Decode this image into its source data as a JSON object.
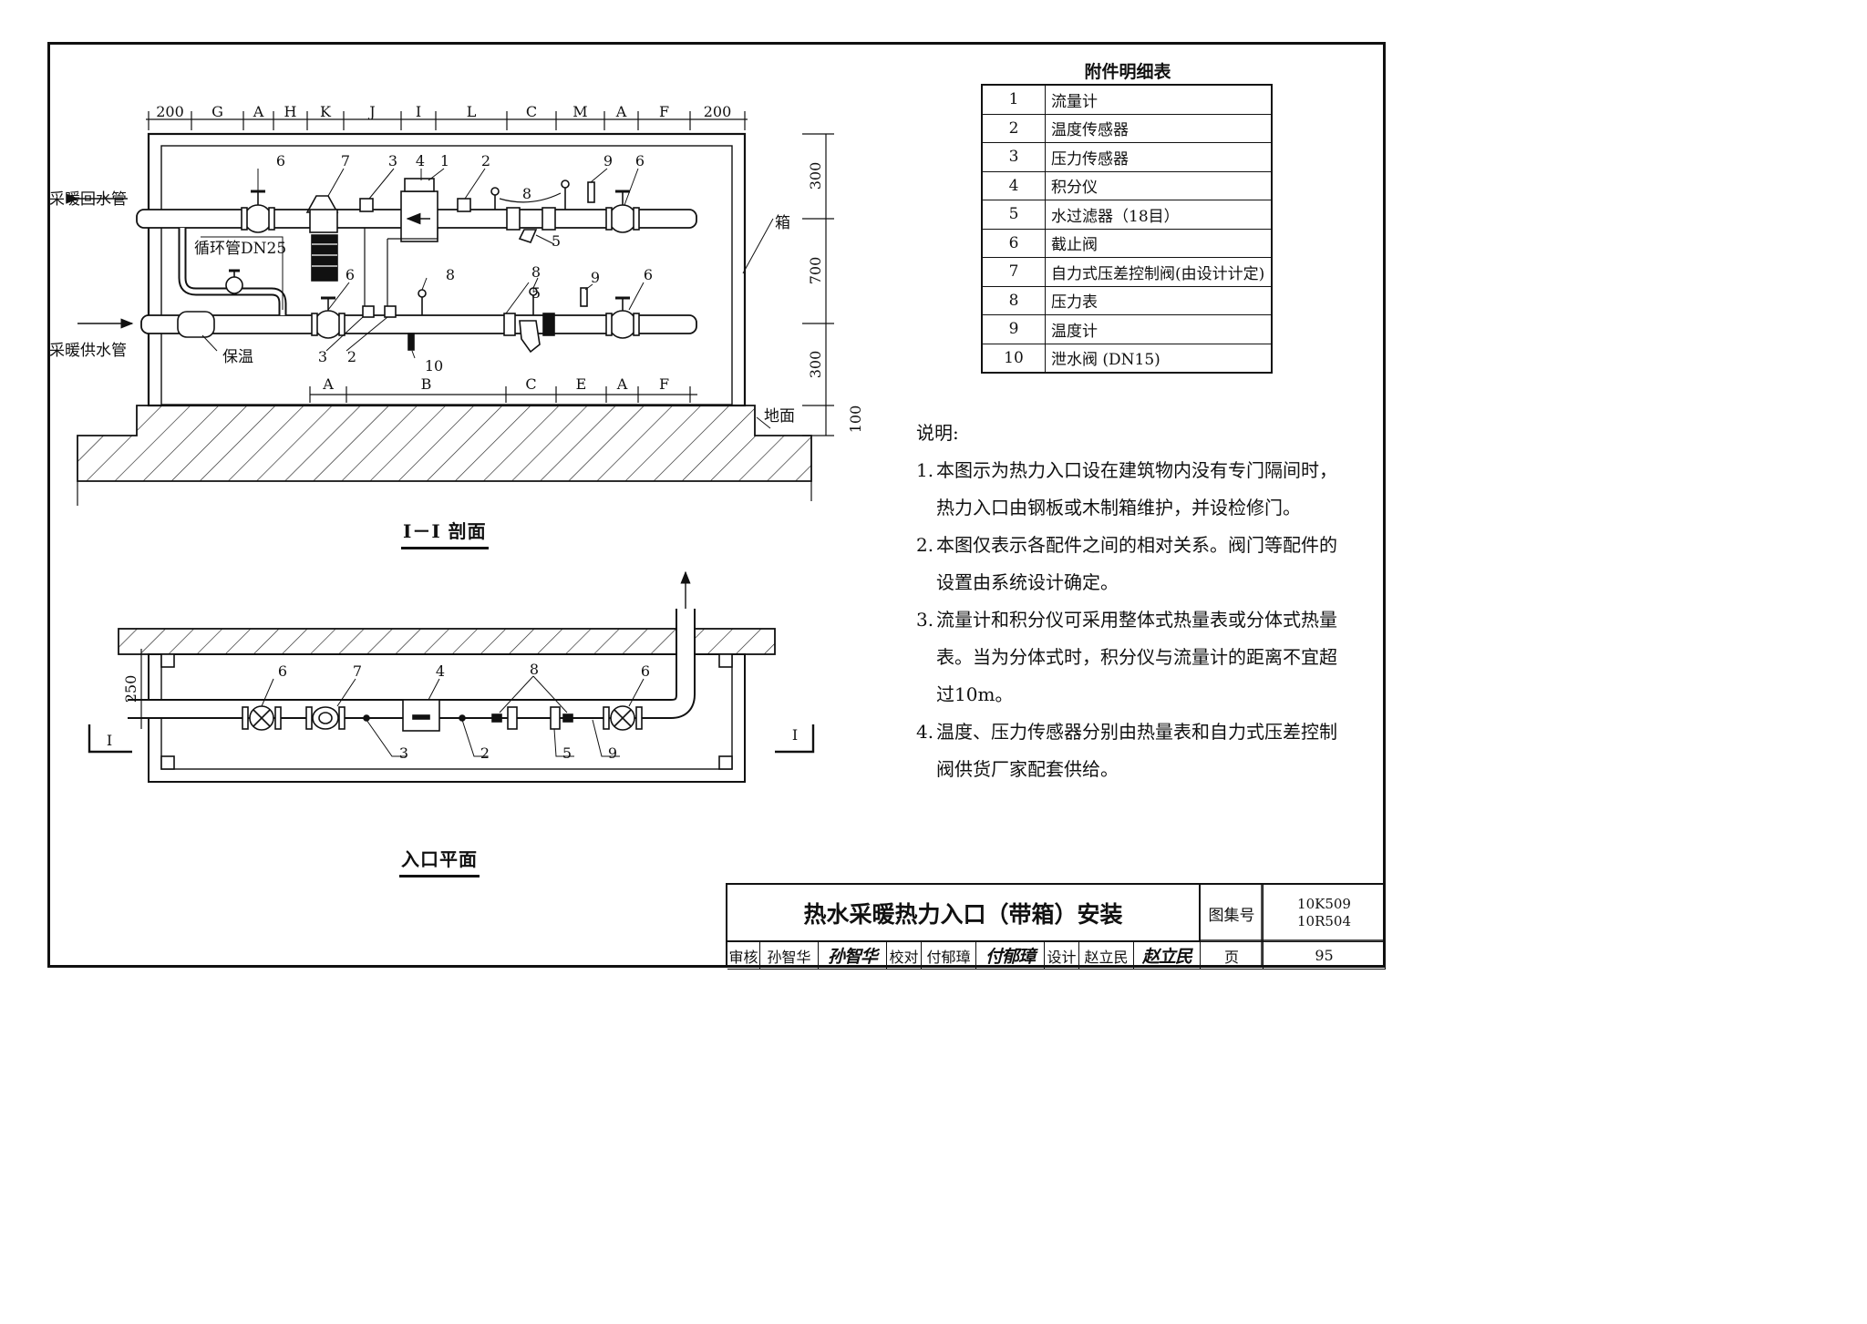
{
  "parts_table": {
    "title": "附件明细表",
    "rows": [
      {
        "no": "1",
        "name": "流量计"
      },
      {
        "no": "2",
        "name": "温度传感器"
      },
      {
        "no": "3",
        "name": "压力传感器"
      },
      {
        "no": "4",
        "name": "积分仪"
      },
      {
        "no": "5",
        "name": "水过滤器（18目）"
      },
      {
        "no": "6",
        "name": "截止阀"
      },
      {
        "no": "7",
        "name": "自力式压差控制阀(由设计计定)"
      },
      {
        "no": "8",
        "name": "压力表"
      },
      {
        "no": "9",
        "name": "温度计"
      },
      {
        "no": "10",
        "name": "泄水阀 (DN15)"
      }
    ]
  },
  "notes": {
    "heading": "说明:",
    "items": [
      {
        "num": "1.",
        "text": "本图示为热力入口设在建筑物内没有专门隔间时，热力入口由钢板或木制箱维护，并设检修门。"
      },
      {
        "num": "2.",
        "text": "本图仅表示各配件之间的相对关系。阀门等配件的设置由系统设计确定。"
      },
      {
        "num": "3.",
        "text": "流量计和积分仪可采用整体式热量表或分体式热量表。当为分体式时，积分仪与流量计的距离不宜超过10m。"
      },
      {
        "num": "4.",
        "text": "温度、压力传感器分别由热量表和自力式压差控制阀供货厂家配套供给。"
      }
    ]
  },
  "section_view": {
    "title": "I－I 剖面",
    "top_dims": [
      "200",
      "G",
      "A",
      "H",
      "K",
      "J",
      "I",
      "L",
      "C",
      "M",
      "A",
      "F",
      "200"
    ],
    "bottom_dims": [
      "A",
      "B",
      "C",
      "E",
      "A",
      "F"
    ],
    "right_dims": [
      "300",
      "700",
      "300",
      "100"
    ],
    "labels": {
      "return_pipe": "采暖回水管",
      "supply_pipe": "采暖供水管",
      "bypass": "循环管DN25",
      "insulation": "保温",
      "box": "箱",
      "ground": "地面"
    },
    "callouts_top": [
      "6",
      "7",
      "3",
      "4",
      "1",
      "2",
      "8",
      "9",
      "6",
      "5"
    ],
    "callouts_bottom": [
      "6",
      "8",
      "8",
      "5",
      "9",
      "6",
      "3",
      "2",
      "10"
    ]
  },
  "plan_view": {
    "title": "入口平面",
    "dim": "250",
    "section_mark": "I",
    "callouts": [
      "6",
      "7",
      "4",
      "8",
      "6",
      "3",
      "2",
      "5",
      "9"
    ]
  },
  "title_block": {
    "title": "热水采暖热力入口（带箱）安装",
    "atlas_label": "图集号",
    "atlas_no_1": "10K509",
    "atlas_no_2": "10R504",
    "review_label": "审核",
    "review_name": "孙智华",
    "review_sig": "孙智华",
    "check_label": "校对",
    "check_name": "付郁璋",
    "check_sig": "付郁璋",
    "design_label": "设计",
    "design_name": "赵立民",
    "design_sig": "赵立民",
    "page_label": "页",
    "page_no": "95"
  }
}
